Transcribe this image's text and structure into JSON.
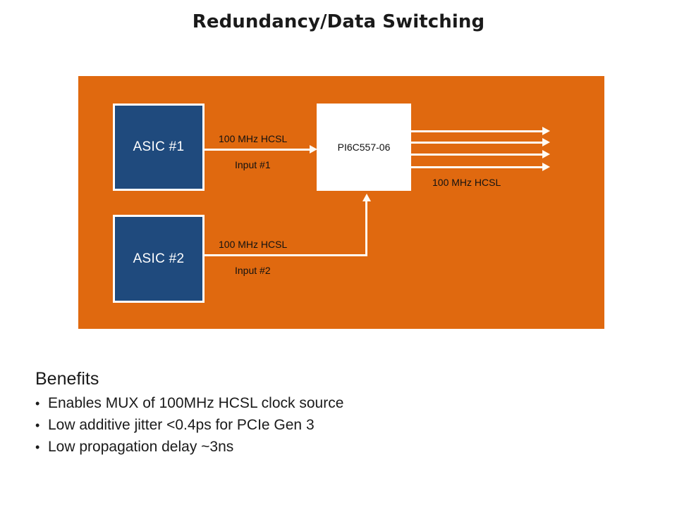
{
  "slide": {
    "title": "Redundancy/Data Switching"
  },
  "diagram": {
    "panel_color": "#E0690F",
    "block_color": "#1F4A7D",
    "chip_color": "#FFFFFF",
    "wire_color": "#FFFCF5",
    "blocks": [
      {
        "id": "asic-1",
        "label": "ASIC #1"
      },
      {
        "id": "asic-2",
        "label": "ASIC #2"
      }
    ],
    "chip": {
      "label": "PI6C557-06"
    },
    "connections": [
      {
        "id": "input-1",
        "signal": "100 MHz  HCSL",
        "port": "Input #1"
      },
      {
        "id": "input-2",
        "signal": "100 MHz  HCSL",
        "port": "Input #2"
      }
    ],
    "outputs": {
      "signal": "100 MHz  HCSL",
      "count": 4
    }
  },
  "benefits": {
    "heading": "Benefits",
    "bullet": "•",
    "items": [
      "Enables MUX of 100MHz HCSL clock source",
      "Low additive jitter <0.4ps for PCIe Gen 3",
      "Low propagation delay ~3ns"
    ]
  }
}
